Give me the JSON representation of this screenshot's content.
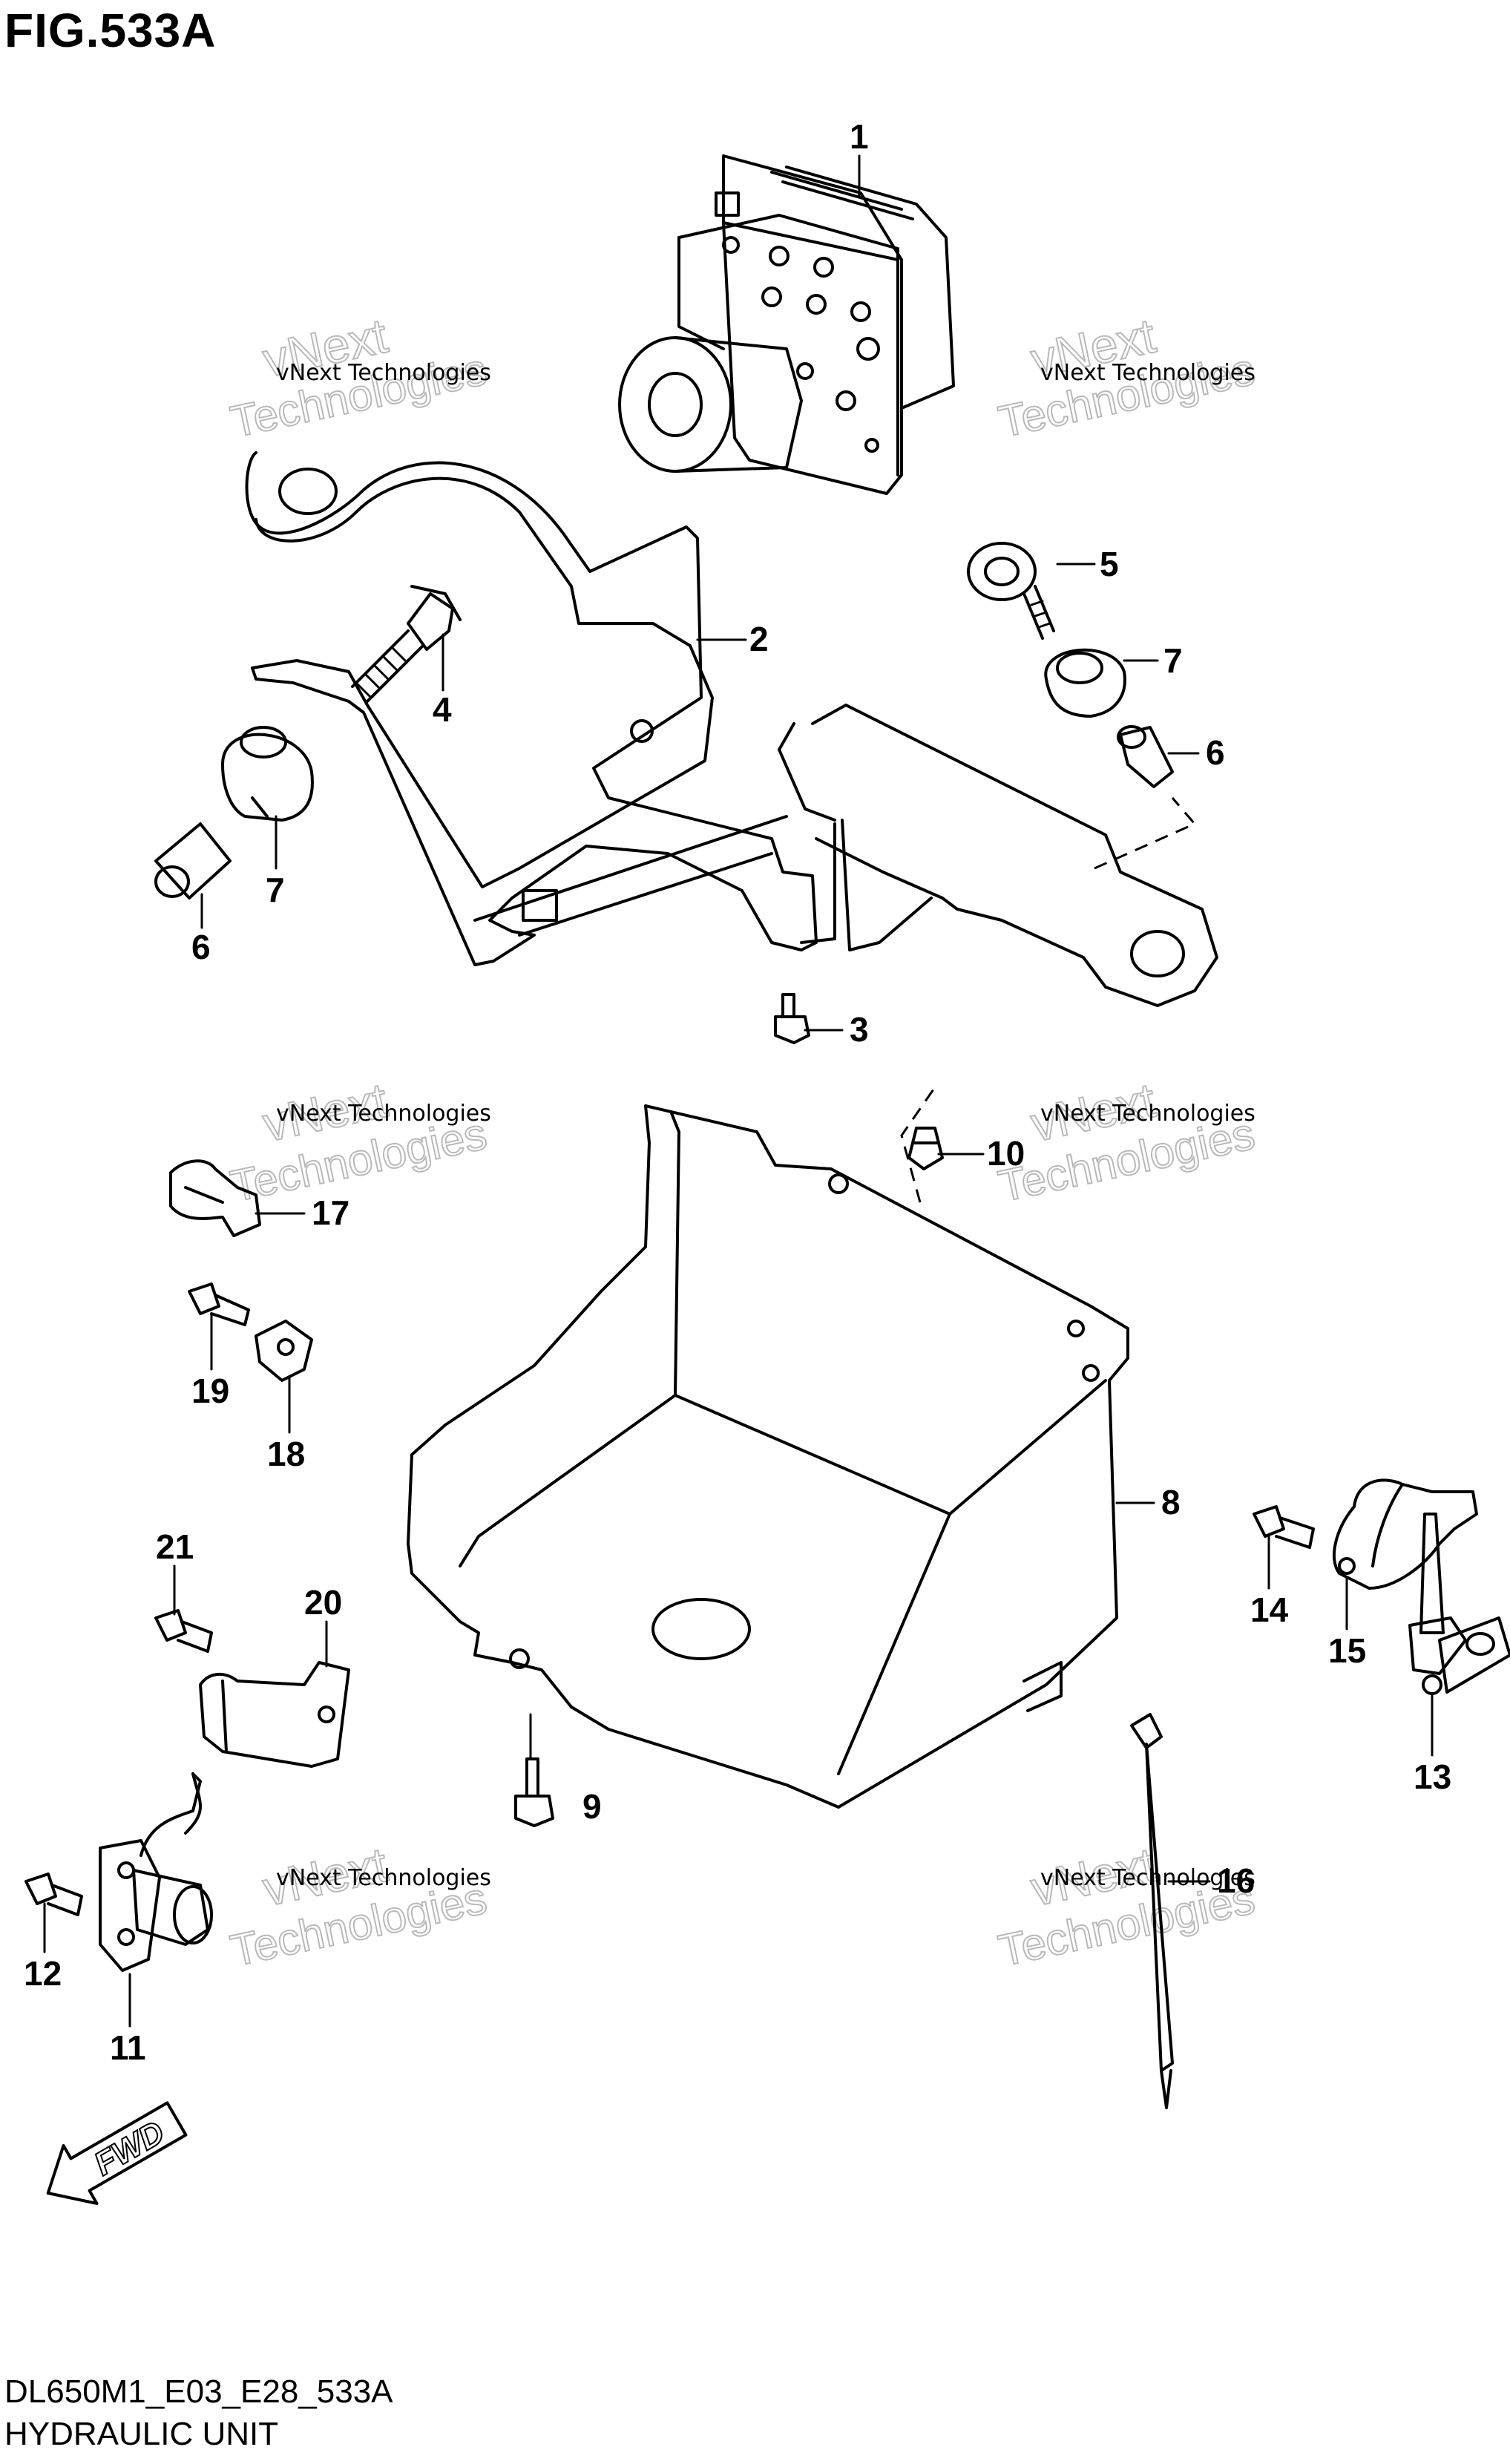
{
  "figure_title": "FIG.533A",
  "footer": {
    "code": "DL650M1_E03_E28_533A",
    "section": "HYDRAULIC UNIT"
  },
  "watermark": {
    "line1": "vNext Technologies",
    "big1": "vNext",
    "big2": "Technologies"
  },
  "fwd_label": "FWD",
  "callouts": [
    "1",
    "2",
    "3",
    "4",
    "5",
    "6",
    "6",
    "7",
    "7",
    "8",
    "9",
    "10",
    "11",
    "12",
    "13",
    "14",
    "15",
    "16",
    "17",
    "18",
    "19",
    "20",
    "21"
  ],
  "parts": [
    {
      "no": "1",
      "name": "hydraulic-unit"
    },
    {
      "no": "2",
      "name": "bracket"
    },
    {
      "no": "3",
      "name": "bolt"
    },
    {
      "no": "4",
      "name": "bolt"
    },
    {
      "no": "5",
      "name": "bolt"
    },
    {
      "no": "6",
      "name": "spacer"
    },
    {
      "no": "7",
      "name": "cushion"
    },
    {
      "no": "8",
      "name": "cover"
    },
    {
      "no": "9",
      "name": "bolt"
    },
    {
      "no": "10",
      "name": "clip"
    },
    {
      "no": "11",
      "name": "sensor"
    },
    {
      "no": "12",
      "name": "bolt"
    },
    {
      "no": "13",
      "name": "sensor"
    },
    {
      "no": "14",
      "name": "bolt"
    },
    {
      "no": "15",
      "name": "sensor-bracket"
    },
    {
      "no": "16",
      "name": "cable-tie"
    },
    {
      "no": "17",
      "name": "clamp"
    },
    {
      "no": "18",
      "name": "clamp"
    },
    {
      "no": "19",
      "name": "bolt"
    },
    {
      "no": "20",
      "name": "sensor-cover"
    },
    {
      "no": "21",
      "name": "bolt"
    }
  ]
}
